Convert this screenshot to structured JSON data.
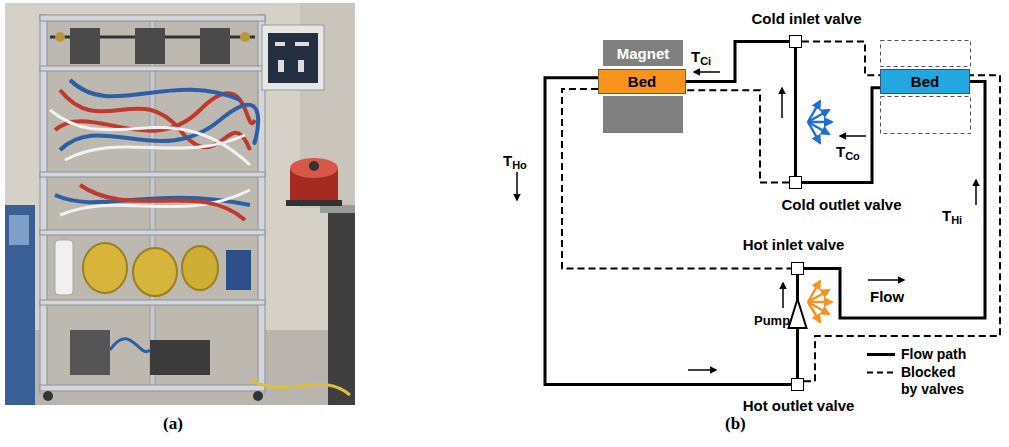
{
  "diagram": {
    "nodes": [
      {
        "text": [
          "Magnet"
        ]
      },
      {
        "text": [
          "Bed"
        ]
      },
      {
        "text": [
          "Cold inlet valve"
        ]
      },
      {
        "text": [
          "Cold outlet valve"
        ]
      },
      {
        "text": [
          "Bed"
        ]
      },
      {
        "text": [
          "Hot inlet valve"
        ]
      },
      {
        "text": [
          "Hot outlet valve"
        ]
      }
    ],
    "edges": [
      {
        "from": 6,
        "to": 5,
        "arrow": "none"
      },
      {
        "from": 5,
        "to": 4,
        "arrow": "none"
      },
      {
        "from": 4,
        "to": 3,
        "arrow": "none"
      },
      {
        "from": 3,
        "to": 2,
        "arrow": "none"
      },
      {
        "from": 2,
        "to": 1,
        "arrow": "none"
      },
      {
        "from": 1,
        "to": 6,
        "arrow": "none"
      },
      {
        "from": 1,
        "to": 5,
        "arrow": "none"
      },
      {
        "from": 6,
        "to": 4,
        "arrow": "none"
      },
      {
        "from": 2,
        "to": 4,
        "arrow": "none"
      },
      {
        "from": 3,
        "to": 1,
        "arrow": "none"
      }
    ],
    "labels": [
      "(a)",
      "(b)",
      "TCi",
      "TCo",
      "THo",
      "THi",
      "Pump",
      "Flow"
    ],
    "legend": [
      {
        "text": "Flow path"
      },
      {
        "text": "Blocked by valves"
      }
    ]
  }
}
